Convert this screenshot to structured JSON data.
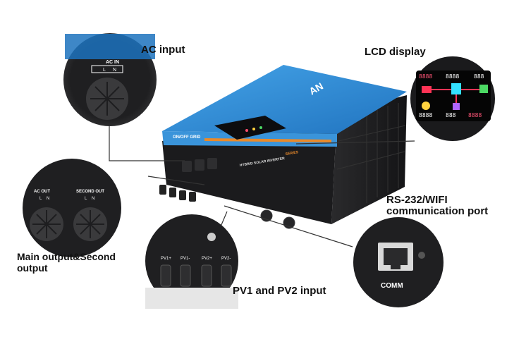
{
  "callouts": {
    "ac_input": "AC input",
    "lcd_display": "LCD display",
    "rs232_line1": "RS-232/WIFI",
    "rs232_line2": "communication port",
    "main_output_line1": "Main output&Second",
    "main_output_line2": "output",
    "pv_input": "PV1 and PV2 input"
  },
  "detail_labels": {
    "ac_in": "AC IN",
    "ac_in_terminals": [
      "L",
      "N"
    ],
    "ac_out": "AC OUT",
    "second_out": "SECOND OUT",
    "out_terminals": [
      "L",
      "N"
    ],
    "pv_ports": [
      "PV1+",
      "PV1-",
      "PV2+",
      "PV2-"
    ],
    "comm": "COMM"
  },
  "product": {
    "logo": "AN",
    "front_text": "ON/OFF GRID",
    "series": "SERIES",
    "model": "HYBRID SOLAR INVERTER"
  },
  "lcd": {
    "readouts": [
      "8888",
      "8888",
      "888",
      "8888",
      "888",
      "8888"
    ]
  },
  "colors": {
    "lid_blue": "#2f8fd8",
    "body_dark": "#1c1c1e",
    "detail_dark": "#202022",
    "accent_orange": "#e98a2b"
  }
}
